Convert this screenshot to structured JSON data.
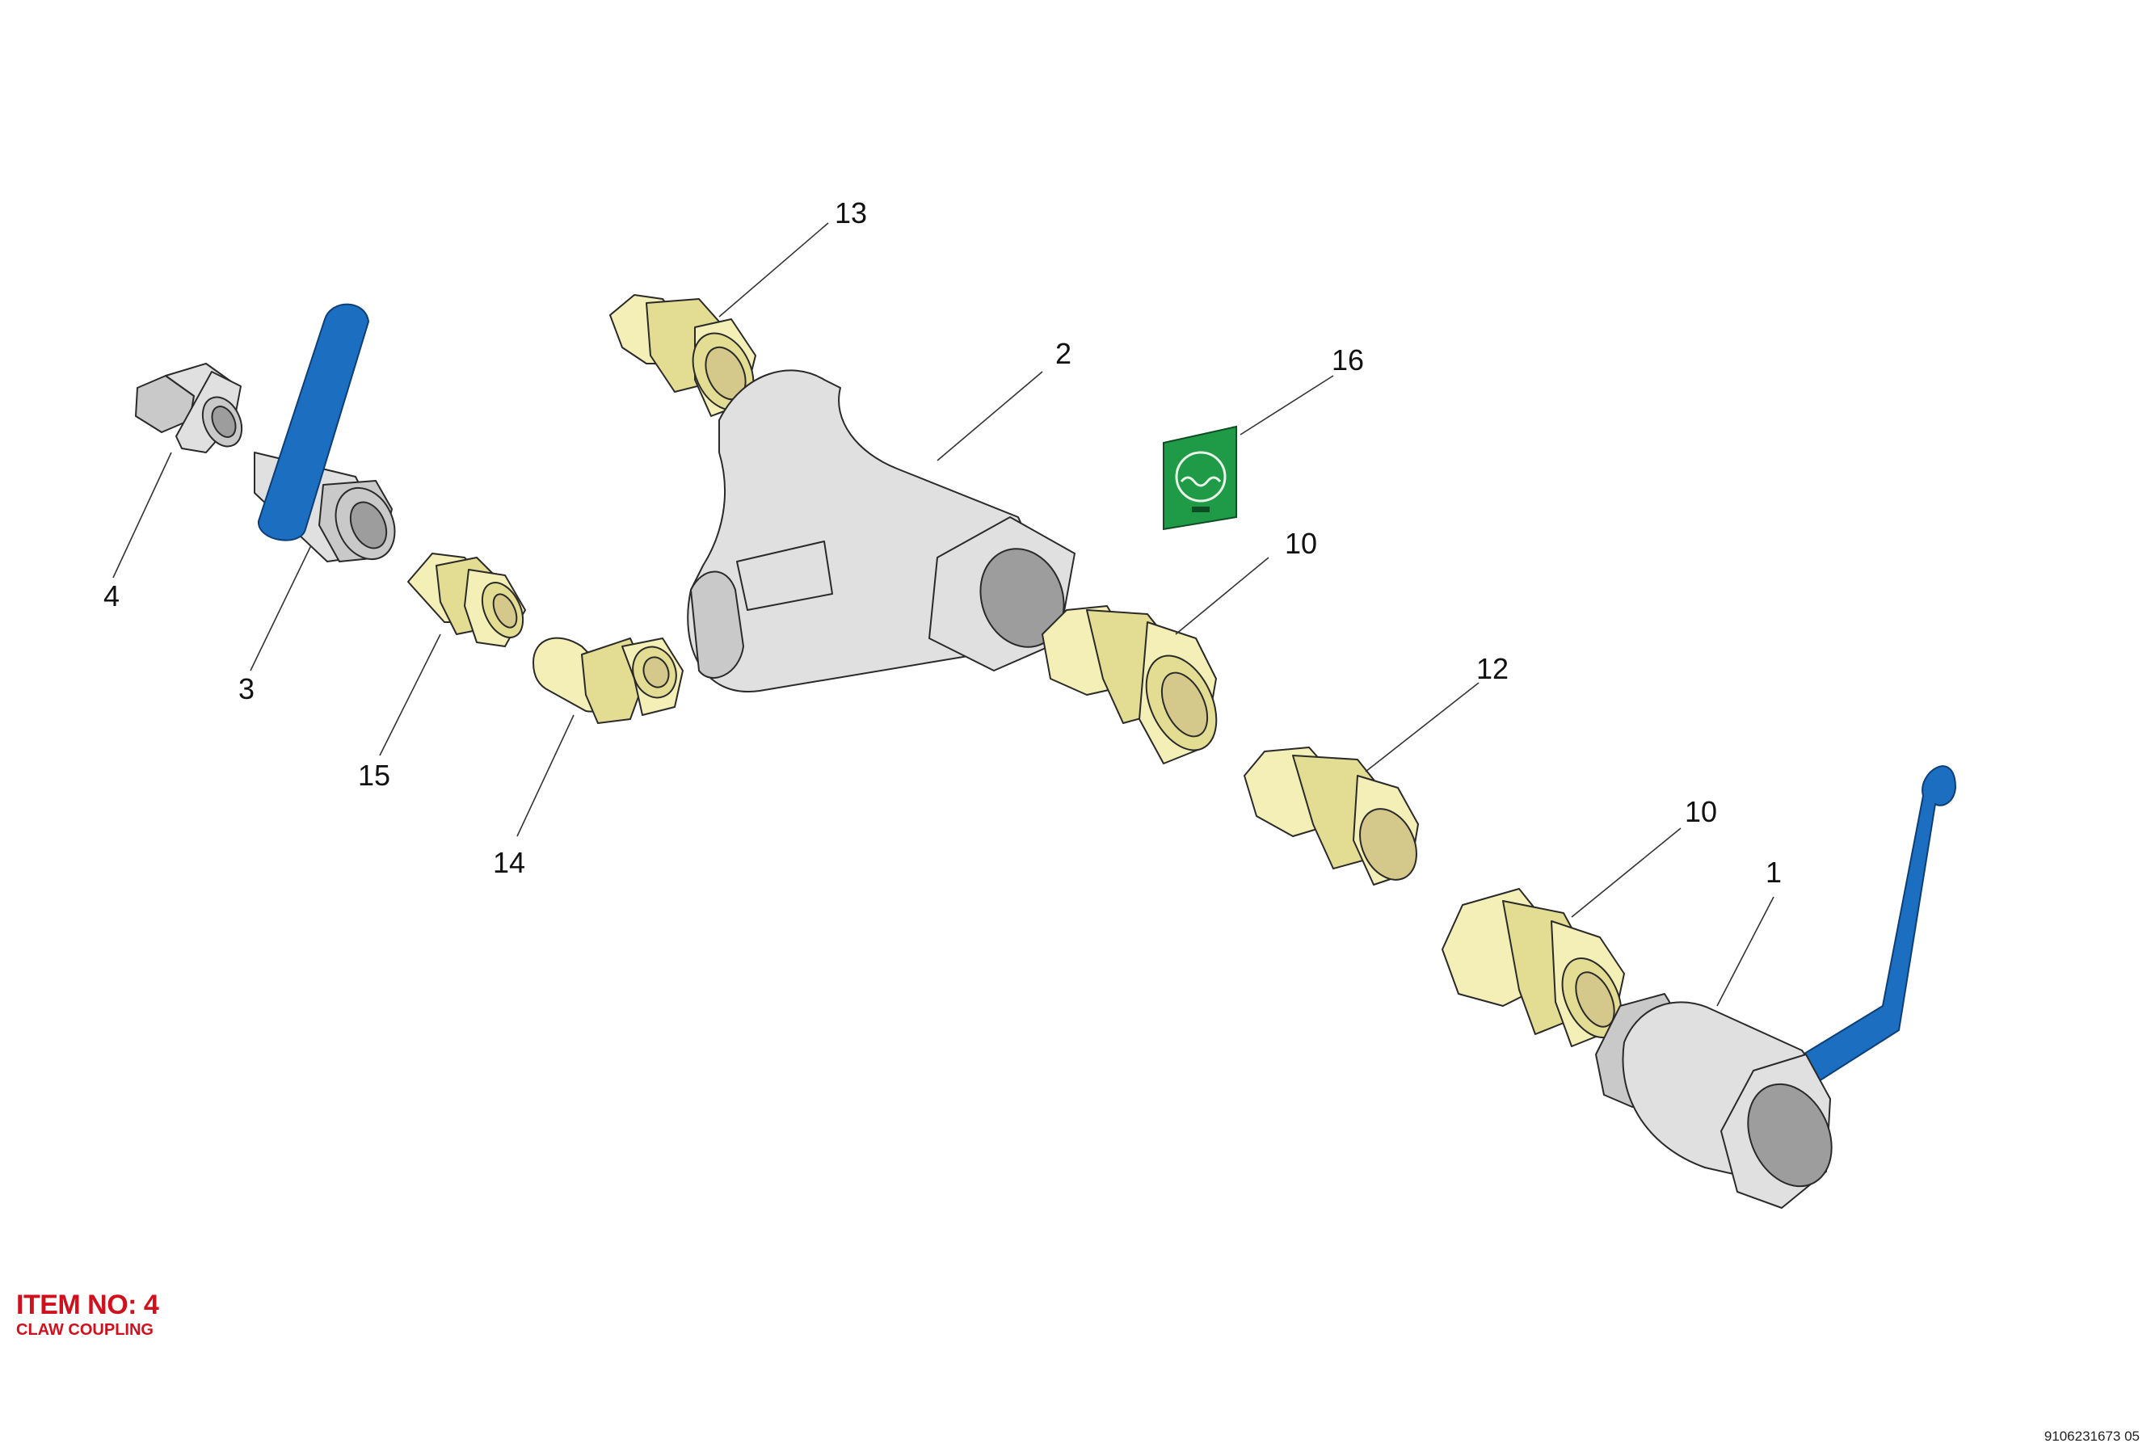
{
  "callouts": {
    "c1": "1",
    "c2": "2",
    "c3": "3",
    "c4": "4",
    "c10a": "10",
    "c10b": "10",
    "c12": "12",
    "c13": "13",
    "c14": "14",
    "c15": "15",
    "c16": "16"
  },
  "caption": {
    "title": "ITEM NO: 4",
    "subtitle": "CLAW COUPLING"
  },
  "document_number": "9106231673 05",
  "colors": {
    "brass": "#f3efb6",
    "steel": "#e0e0e0",
    "handle_blue": "#1c6fc0",
    "label_green": "#1f9a46",
    "caption_red": "#d0101c"
  }
}
